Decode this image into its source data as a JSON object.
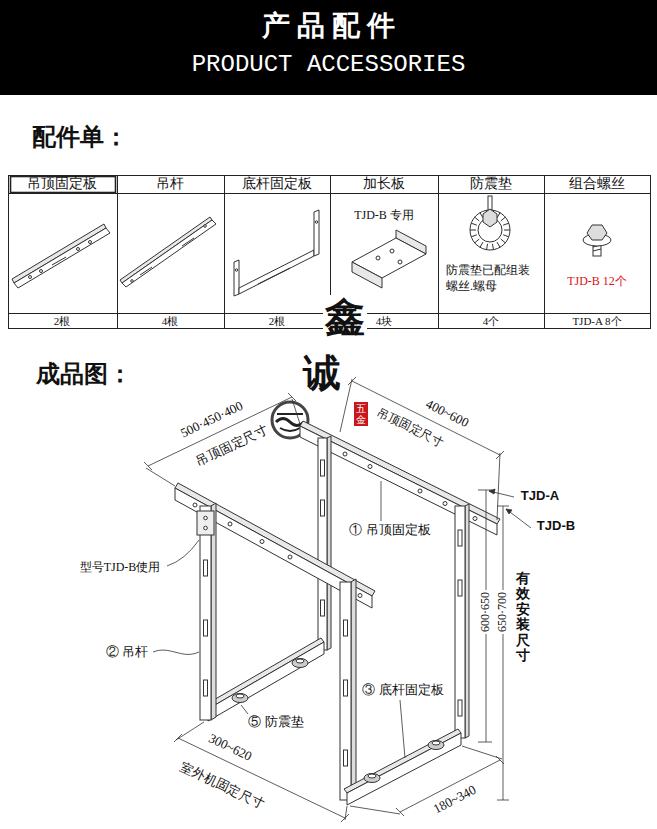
{
  "diagram": {
    "nodes": [
      {
        "text": [
          "产 品 配 件",
          "PRODUCT ACCESSORIES"
        ]
      }
    ],
    "labels": [
      "配件单：",
      "吊顶固定板",
      "吊杆",
      "底杆固定板",
      "加长板",
      "防震垫",
      "组合螺丝",
      "TJD-B 专用",
      "防震垫已配组装螺丝.螺母",
      "TJD-B 12个",
      "2根",
      "4根",
      "2根",
      "4块",
      "4个",
      "TJD-A 8个",
      "鑫",
      "成品图：",
      "诚",
      "五金",
      "500·450·400",
      "吊顶固定尺寸",
      "400~600",
      "吊顶固定尺寸",
      "TJD-A",
      "① 吊顶固定板",
      "TJD-B",
      "型号TJD-B使用",
      "600·650",
      "650·700",
      "有效安装尺寸",
      "② 吊杆",
      "③ 底杆固定板",
      "⑤ 防震垫",
      "300~620",
      "室外机固定尺寸",
      "180~340"
    ]
  }
}
